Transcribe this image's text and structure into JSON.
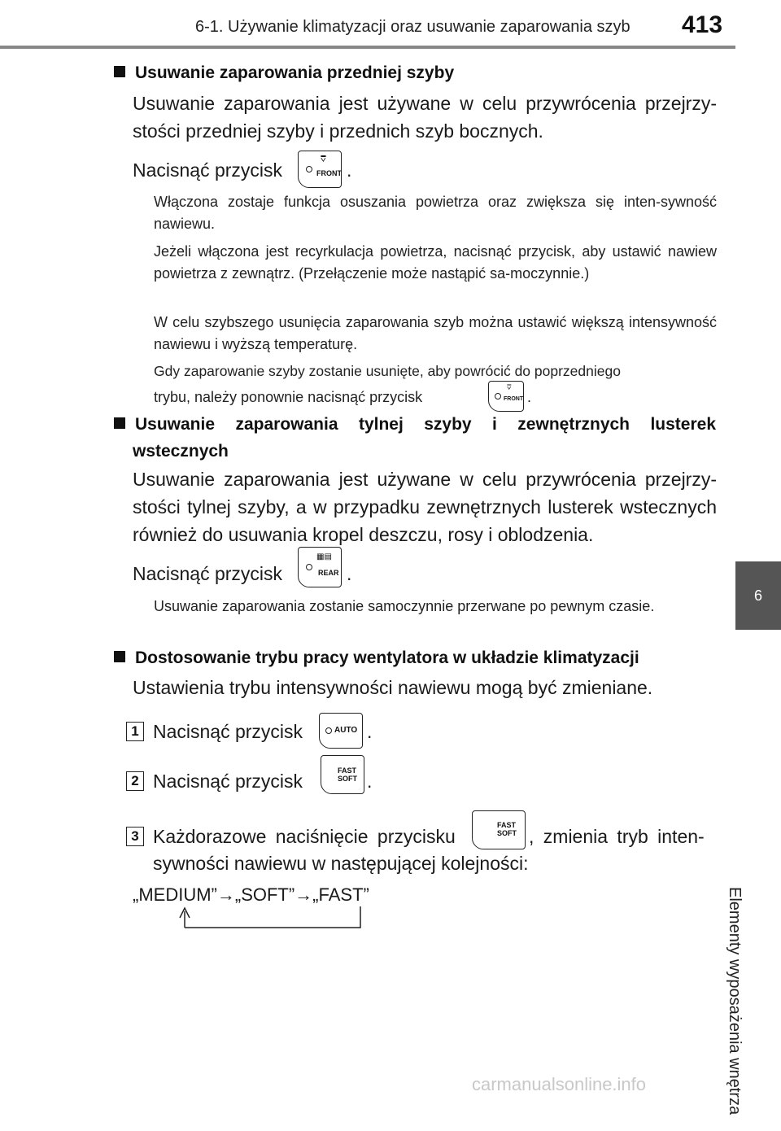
{
  "header": {
    "title": "6-1. Używanie klimatyzacji oraz usuwanie zaparowania szyb",
    "page_number": "413"
  },
  "side_tab": {
    "chapter": "6",
    "label": "Elementy wyposażenia wnętrza"
  },
  "section1": {
    "heading": "Usuwanie zaparowania przedniej szyby",
    "para": "Usuwanie zaparowania jest używane w celu przywrócenia przejrzy-stości przedniej szyby i przednich szyb bocznych.",
    "press_text": "Nacisnąć przycisk",
    "press_suffix": ".",
    "notes": [
      "Włączona zostaje funkcja osuszania powietrza oraz zwiększa się inten-sywność nawiewu.",
      "Jeżeli włączona jest recyrkulacja powietrza, nacisnąć przycisk, aby ustawić nawiew powietrza z zewnątrz. (Przełączenie może nastąpić sa-moczynnie.)",
      "W celu szybszego usunięcia zaparowania szyb można ustawić większą intensywność nawiewu i wyższą temperaturę."
    ],
    "note_last_a": "Gdy zaparowanie szyby zostanie usunięte, aby powrócić do poprzedniego",
    "note_last_b": "trybu, należy ponownie nacisnąć przycisk",
    "note_last_suffix": "."
  },
  "section2": {
    "heading_line1": "Usuwanie zaparowania tylnej szyby i zewnętrznych lusterek",
    "heading_line2": "wstecznych",
    "para": "Usuwanie zaparowania jest używane w celu przywrócenia przejrzy-stości tylnej szyby, a w przypadku zewnętrznych lusterek wstecznych również do usuwania kropel deszczu, rosy i oblodzenia.",
    "press_text": "Nacisnąć przycisk",
    "press_suffix": ".",
    "note": "Usuwanie zaparowania zostanie samoczynnie przerwane po pewnym czasie."
  },
  "section3": {
    "heading": "Dostosowanie trybu pracy wentylatora w układzie klimatyzacji",
    "para": "Ustawienia trybu intensywności nawiewu mogą być zmieniane.",
    "steps": [
      {
        "num": "1",
        "text": "Nacisnąć przycisk",
        "suffix": "."
      },
      {
        "num": "2",
        "text": "Nacisnąć przycisk",
        "suffix": "."
      },
      {
        "num": "3",
        "text_a": "Każdorazowe naciśnięcie przycisku",
        "text_b": ", zmienia tryb inten-",
        "text_c": "sywności nawiewu w następującej kolejności:"
      }
    ],
    "sequence": "„MEDIUM”→„SOFT”→„FAST”"
  },
  "buttons": {
    "front": "FRONT",
    "rear": "REAR",
    "auto": "AUTO",
    "fast": "FAST",
    "soft": "SOFT"
  },
  "watermark": "carmanualsonline.info"
}
